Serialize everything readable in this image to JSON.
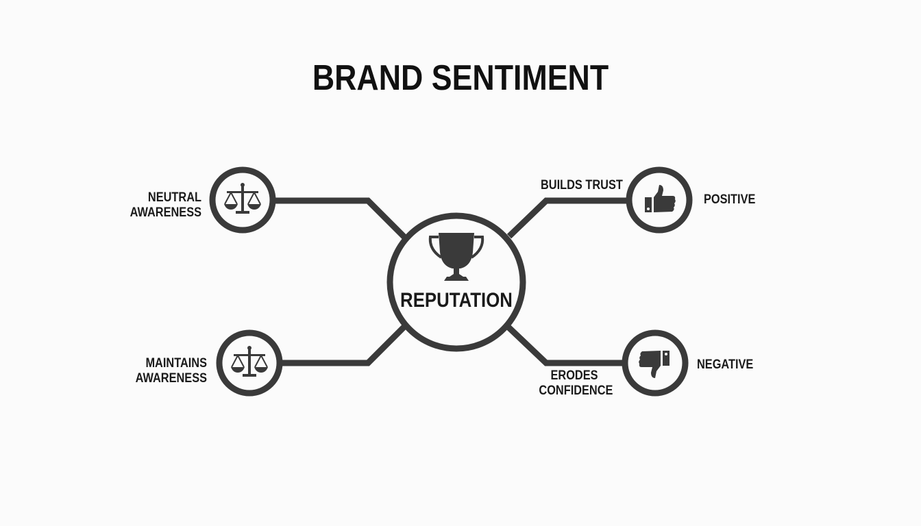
{
  "title": "BRAND SENTIMENT",
  "center": {
    "label": "REPUTATION",
    "icon": "trophy-icon"
  },
  "nodes": {
    "top_left": {
      "label_line1": "NEUTRAL",
      "label_line2": "AWARENESS",
      "icon": "scales-icon"
    },
    "bottom_left": {
      "label_line1": "MAINTAINS",
      "label_line2": "AWARENESS",
      "icon": "scales-icon"
    },
    "top_right": {
      "label": "POSITIVE",
      "connector_label": "BUILDS TRUST",
      "icon": "thumbs-up-icon"
    },
    "bottom_right": {
      "label": "NEGATIVE",
      "connector_label_line1": "ERODES",
      "connector_label_line2": "CONFIDENCE",
      "icon": "thumbs-down-icon"
    }
  },
  "colors": {
    "stroke": "#3a3a3a",
    "text": "#1a1a1a",
    "background": "#fbfbfb"
  }
}
